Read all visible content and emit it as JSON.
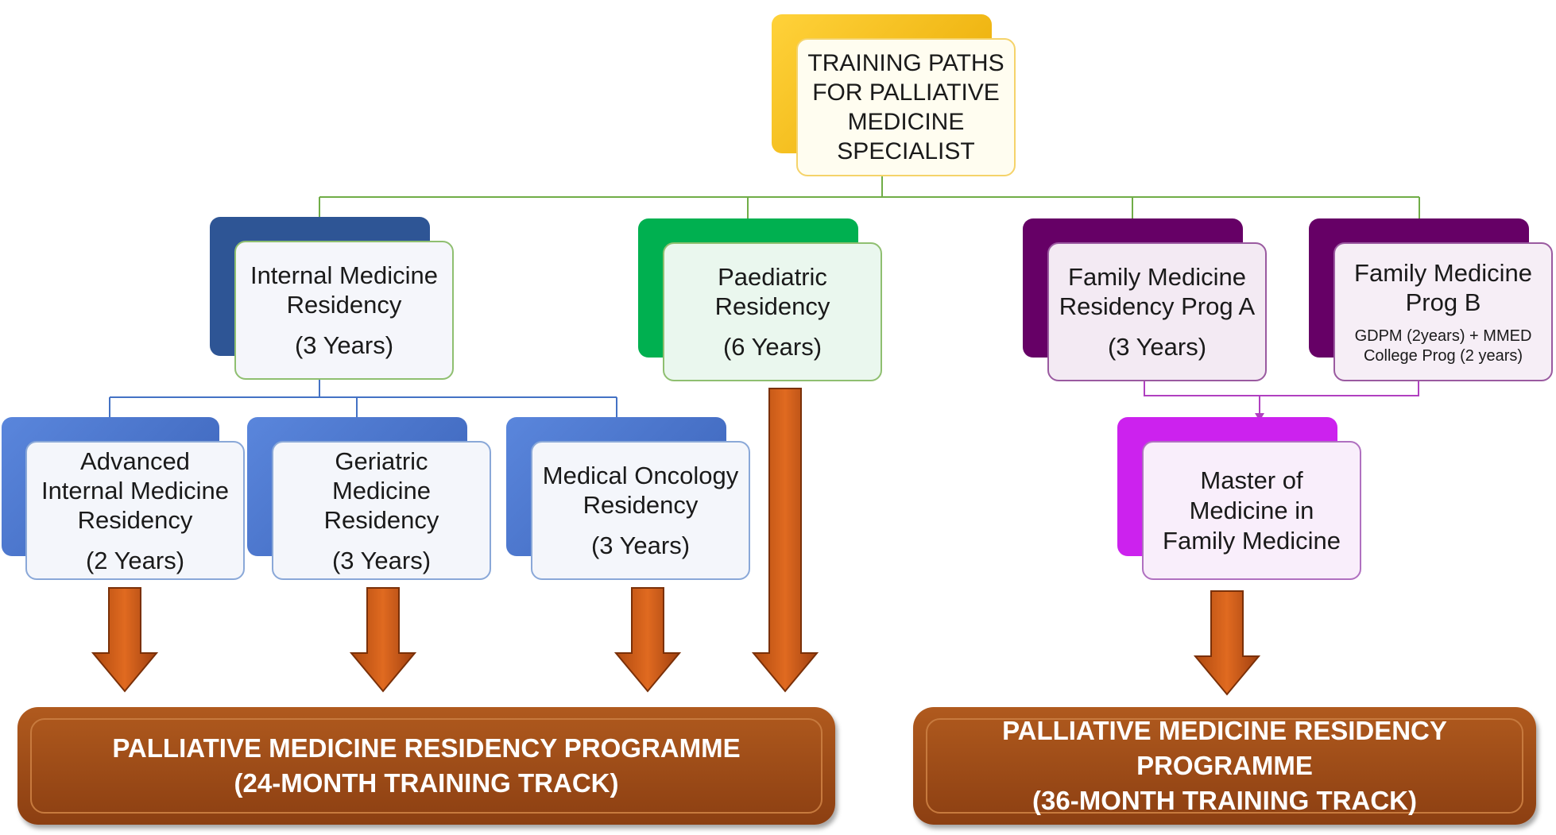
{
  "root": {
    "title": "TRAINING PATHS FOR PALLIATIVE MEDICINE SPECIALIST"
  },
  "paths": [
    {
      "title": "Internal Medicine Residency",
      "duration": "(3 Years)"
    },
    {
      "title": "Paediatric Residency",
      "duration": "(6 Years)"
    },
    {
      "title": "Family Medicine Residency Prog A",
      "duration": "(3 Years)"
    },
    {
      "title": "Family Medicine Prog B",
      "note": "GDPM (2years) + MMED College Prog (2 years)"
    }
  ],
  "subpaths": [
    {
      "title": "Advanced Internal Medicine Residency",
      "duration": "(2 Years)"
    },
    {
      "title": "Geriatric Medicine Residency",
      "duration": "(3 Years)"
    },
    {
      "title": "Medical Oncology Residency",
      "duration": "(3 Years)"
    }
  ],
  "family_master": {
    "title": "Master of Medicine in Family Medicine"
  },
  "outcomes": [
    {
      "line1": "PALLIATIVE MEDICINE RESIDENCY PROGRAMME",
      "line2": "(24-MONTH TRAINING TRACK)"
    },
    {
      "line1": "PALLIATIVE MEDICINE RESIDENCY PROGRAMME",
      "line2": "(36-MONTH TRAINING TRACK)"
    }
  ],
  "colors": {
    "root": "#f5b800",
    "internal": "#2e5595",
    "paediatric": "#00b050",
    "family": "#660066",
    "sub": "#4a78d0",
    "master": "#cc22ee",
    "arrow": "#d2601a",
    "outcome": "#9a4a16"
  }
}
